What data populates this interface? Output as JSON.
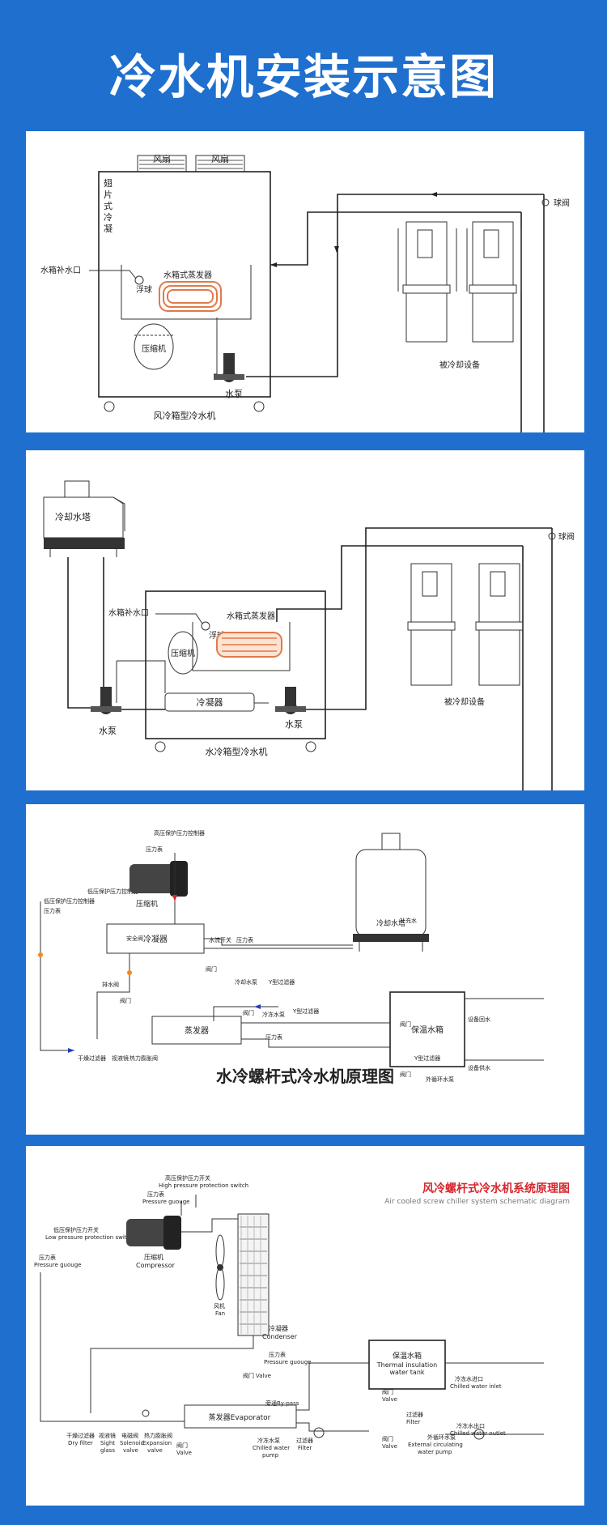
{
  "page": {
    "title": "冷水机安装示意图"
  },
  "colors": {
    "background": "#1f6fce",
    "panel": "#ffffff",
    "coil": "#e07a4a",
    "arrow_red": "#e02020",
    "arrow_blue": "#2040c0",
    "arrow_orange": "#f08a20",
    "accent_red": "#d7262e"
  },
  "d1": {
    "fan_1": "风扇",
    "fan_2": "风扇",
    "condenser": "翅片式冷凝器",
    "makeup_inlet": "水箱补水口",
    "float": "浮球",
    "evaporator": "水箱式蒸发器",
    "compressor": "压缩机",
    "pump": "水泵",
    "ball_valve": "球阀",
    "cooled_equipment": "被冷却设备",
    "caption": "风冷箱型冷水机"
  },
  "d2": {
    "cooling_tower": "冷却水塔",
    "makeup_inlet": "水箱补水口",
    "evaporator": "水箱式蒸发器",
    "float": "浮球",
    "compressor": "压缩机",
    "condenser": "冷凝器",
    "pump_left": "水泵",
    "pump_right": "水泵",
    "ball_valve": "球阀",
    "cooled_equipment": "被冷却设备",
    "caption": "水冷箱型冷水机"
  },
  "d3": {
    "caption": "水冷螺杆式冷水机原理图",
    "hp_switch": "高压保护压力控制器",
    "pressure_gauge_1": "压力表",
    "lp_switch": "低压保护压力控制器",
    "lp_switch_2": "低压保护压力控制器",
    "pressure_gauge_2": "压力表",
    "compressor": "压缩机",
    "safety_valve": "安全阀",
    "condenser": "冷凝器",
    "drain_valve": "排水阀",
    "valve_a": "阀门",
    "flow_switch": "水流开关",
    "pressure_gauge_3": "压力表",
    "valve_b": "阀门",
    "cooling_pump": "冷却水泵",
    "y_filter_1": "Y型过滤器",
    "cooling_tower": "冷却水塔",
    "makeup_water": "补充水",
    "dry_filter": "干燥过滤器",
    "sight_glass": "视液镜",
    "expansion_valve": "热力膨胀阀",
    "evaporator": "蒸发器",
    "valve_c": "阀门",
    "chilled_pump": "冷冻水泵",
    "y_filter_2": "Y型过滤器",
    "pressure_gauge_4": "压力表",
    "tank": "保温水箱",
    "valve_d": "阀门",
    "return_water": "设备回水",
    "y_filter_3": "Y型过滤器",
    "ext_pump": "外循环水泵",
    "valve_e": "阀门",
    "supply_water": "设备供水"
  },
  "d4": {
    "title_cn": "风冷螺杆式冷水机系统原理图",
    "title_en": "Air cooled screw chiller system schematic diagram",
    "hp_cn": "高压保护压力开关",
    "hp_en": "High pressure protection switch",
    "pg1_cn": "压力表",
    "pg1_en": "Pressure guouge",
    "lp_cn": "低压保护压力开关",
    "lp_en": "Low pressure protection switch",
    "pg2_cn": "压力表",
    "pg2_en": "Pressure guouge",
    "comp_cn": "压缩机",
    "comp_en": "Compressor",
    "fan_cn": "风机",
    "fan_en": "Fan",
    "cond_cn": "冷凝器",
    "cond_en": "Condenser",
    "pg3_cn": "压力表",
    "pg3_en": "Pressure guouge",
    "valve1_cn": "阀门",
    "valve1_en": "Valve",
    "tank_cn": "保温水箱",
    "tank_en": "Thermal insulation water tank",
    "inlet_cn": "冷冻水进口",
    "inlet_en": "Chilled water inlet",
    "valve2_cn": "阀门",
    "valve2_en": "Valve",
    "bypass": "旁通By-pass",
    "evap": "蒸发器Evaporator",
    "valve3_cn": "阀门",
    "valve3_en": "Valve",
    "dry_cn": "干燥过滤器",
    "dry_en": "Dry filter",
    "sight_cn": "视液镜",
    "sight_en1": "Sight",
    "sight_en2": "glass",
    "sol_cn": "电磁阀",
    "sol_en1": "Solenoid",
    "sol_en2": "valve",
    "exp_cn": "热力膨胀阀",
    "exp_en1": "Expansion",
    "exp_en2": "valve",
    "cpump_cn": "冷冻水泵",
    "cpump_en1": "Chilled water",
    "cpump_en2": "pump",
    "filter1_cn": "过滤器",
    "filter1_en": "Filter",
    "valve4_cn": "阀门",
    "valve4_en": "Valve",
    "filter2_cn": "过滤器",
    "filter2_en": "Filter",
    "extpump_cn": "外循环水泵",
    "extpump_en1": "External circulating",
    "extpump_en2": "water pump",
    "outlet_cn": "冷冻水出口",
    "outlet_en": "Chilled water outlet"
  }
}
